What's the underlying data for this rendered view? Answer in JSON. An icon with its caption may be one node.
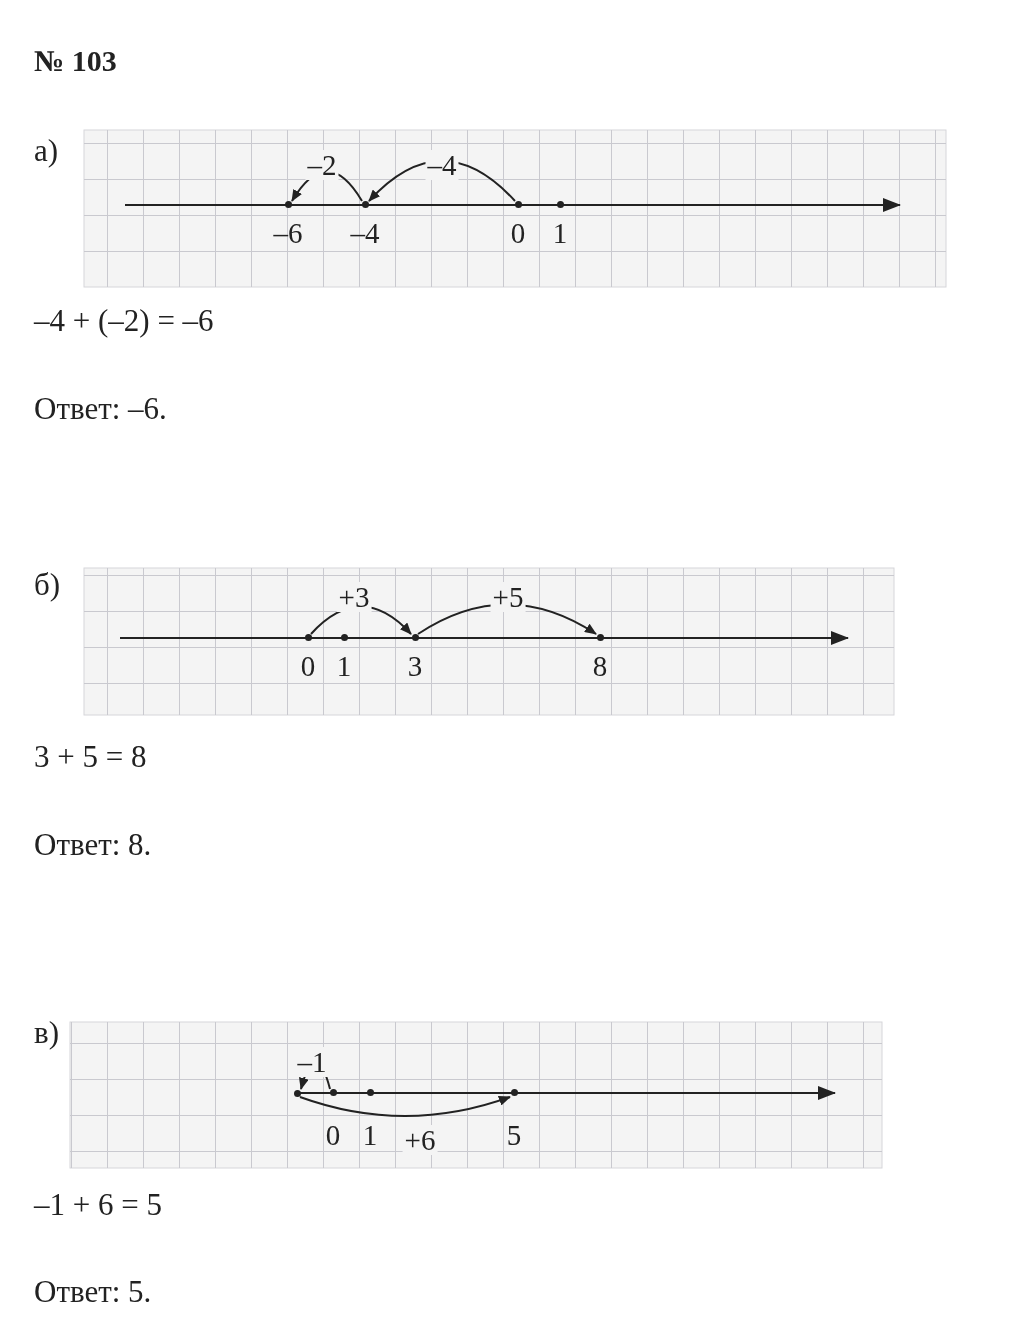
{
  "diagram": {
    "nodes": [
      {
        "text": [
          "–6"
        ]
      },
      {
        "text": [
          "–4"
        ]
      },
      {
        "text": [
          "0"
        ]
      },
      {
        "text": [
          "1"
        ]
      },
      {
        "text": [
          "0"
        ]
      },
      {
        "text": [
          "1"
        ]
      },
      {
        "text": [
          "3"
        ]
      },
      {
        "text": [
          "8"
        ]
      },
      {
        "text": [],
        "shape": "circle"
      },
      {
        "text": [
          "0"
        ]
      },
      {
        "text": [
          "1"
        ]
      },
      {
        "text": [
          "5"
        ]
      }
    ],
    "edges": [
      {
        "from": 2,
        "to": 1,
        "label": "–4",
        "arrow": "to"
      },
      {
        "from": 1,
        "to": 0,
        "label": "–2",
        "arrow": "to"
      },
      {
        "from": 4,
        "to": 6,
        "label": "+3",
        "arrow": "to"
      },
      {
        "from": 6,
        "to": 7,
        "label": "+5",
        "arrow": "to"
      },
      {
        "from": 9,
        "to": 8,
        "label": "–1",
        "arrow": "to"
      },
      {
        "from": 8,
        "to": 11,
        "label": "+6",
        "arrow": "to"
      }
    ],
    "labels": [
      "№ 103",
      "а)",
      "–4 + (–2) = –6",
      "Ответ: –6.",
      "б)",
      "3 + 5 = 8",
      "Ответ: 8.",
      "в)",
      "–1 + 6 = 5",
      "Ответ: 5."
    ]
  }
}
